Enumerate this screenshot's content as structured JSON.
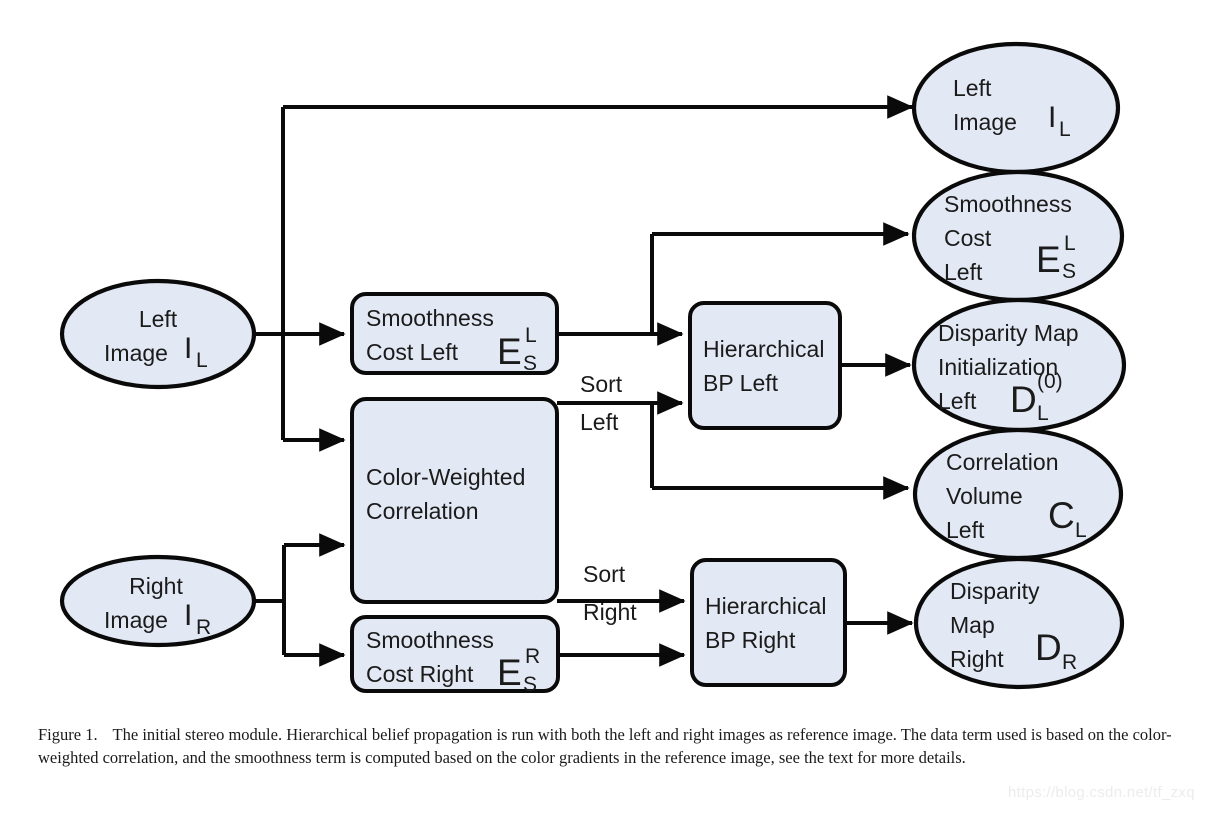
{
  "figure": {
    "caption_label": "Figure 1.",
    "caption_text": "The initial stereo module. Hierarchical belief propagation is run with both the left and right images as reference image. The data term used is based on the color-weighted correlation, and the smoothness term is computed based on the color gradients in the reference image, see the text for more details.",
    "watermark": "https://blog.csdn.net/tf_zxq",
    "colors": {
      "node_fill": "#e3e9f4",
      "node_stroke": "#0a0a0a",
      "edge": "#0a0a0a",
      "text": "#1b1b1b",
      "background": "#ffffff",
      "watermark": "#ececec"
    }
  },
  "diagram": {
    "type": "flowchart",
    "inputs": [
      {
        "id": "left-image-input",
        "shape": "ellipse",
        "line1": "Left",
        "line2": "Image",
        "symbol": "I",
        "symbol_sub": "L"
      },
      {
        "id": "right-image-input",
        "shape": "ellipse",
        "line1": "Right",
        "line2": "Image",
        "symbol": "I",
        "symbol_sub": "R"
      }
    ],
    "processes": [
      {
        "id": "smoothness-cost-left",
        "shape": "rounded-rect",
        "line1": "Smoothness",
        "line2": "Cost Left",
        "symbol": "E",
        "symbol_sup": "L",
        "symbol_sub": "S"
      },
      {
        "id": "color-weighted-correlation",
        "shape": "rounded-rect",
        "line1": "Color-Weighted",
        "line2": "Correlation",
        "symbol": "",
        "symbol_sup": "",
        "symbol_sub": ""
      },
      {
        "id": "smoothness-cost-right",
        "shape": "rounded-rect",
        "line1": "Smoothness",
        "line2": "Cost Right",
        "symbol": "E",
        "symbol_sup": "R",
        "symbol_sub": "S"
      },
      {
        "id": "hierarchical-bp-left",
        "shape": "rounded-rect",
        "line1": "Hierarchical",
        "line2": "BP Left",
        "symbol": "",
        "symbol_sup": "",
        "symbol_sub": ""
      },
      {
        "id": "hierarchical-bp-right",
        "shape": "rounded-rect",
        "line1": "Hierarchical",
        "line2": "BP Right",
        "symbol": "",
        "symbol_sup": "",
        "symbol_sub": ""
      }
    ],
    "outputs": [
      {
        "id": "output-left-image",
        "shape": "ellipse",
        "line1": "Left",
        "line2": "Image",
        "line3": "",
        "symbol": "I",
        "symbol_sup": "",
        "symbol_sub": "L"
      },
      {
        "id": "output-smoothness-cost-left",
        "shape": "ellipse",
        "line1": "Smoothness",
        "line2": "Cost",
        "line3": "Left",
        "symbol": "E",
        "symbol_sup": "L",
        "symbol_sub": "S"
      },
      {
        "id": "output-disparity-map-init-left",
        "shape": "ellipse",
        "line1": "Disparity Map",
        "line2": "Initialization",
        "line3": "Left",
        "symbol": "D",
        "symbol_sup": "(0)",
        "symbol_sub": "L"
      },
      {
        "id": "output-correlation-volume-left",
        "shape": "ellipse",
        "line1": "Correlation",
        "line2": "Volume",
        "line3": "Left",
        "symbol": "C",
        "symbol_sup": "",
        "symbol_sub": "L"
      },
      {
        "id": "output-disparity-map-right",
        "shape": "ellipse",
        "line1": "Disparity",
        "line2": "Map",
        "line3": "Right",
        "symbol": "D",
        "symbol_sup": "",
        "symbol_sub": "R"
      }
    ],
    "edge_labels": [
      {
        "id": "sort-left-label",
        "line1": "Sort",
        "line2": "Left"
      },
      {
        "id": "sort-right-label",
        "line1": "Sort",
        "line2": "Right"
      }
    ]
  }
}
